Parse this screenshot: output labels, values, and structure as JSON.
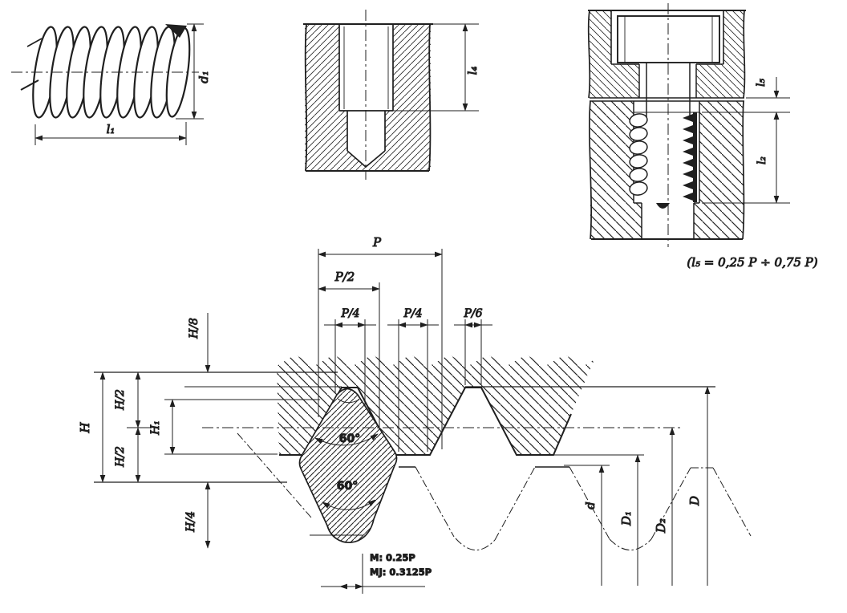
{
  "colors": {
    "ink": "#1f1f1f",
    "paper": "#ffffff"
  },
  "figures": {
    "insert": {
      "labels": {
        "d1": "d₁",
        "l1": "l₁"
      }
    },
    "hole": {
      "labels": {
        "l4": "l₄"
      }
    },
    "assembly": {
      "labels": {
        "l5": "l₅",
        "l2": "l₂"
      },
      "note": "(l₅ = 0,25 P ÷ 0,75 P)"
    },
    "profile": {
      "pitch": {
        "p": "P",
        "p2": "P/2",
        "p4a": "P/4",
        "p4b": "P/4",
        "p6": "P/6"
      },
      "height": {
        "h8": "H/8",
        "h": "H",
        "h2a": "H/2",
        "h2b": "H/2",
        "h1": "H₁",
        "h4": "H/4"
      },
      "diam": {
        "d": "d",
        "d1": "D₁",
        "d2": "D₂",
        "D": "D"
      },
      "angles": {
        "top": "60°",
        "bottom": "60°"
      },
      "notes": {
        "m": "M: 0.25P",
        "mj": "MJ: 0.3125P"
      }
    }
  }
}
